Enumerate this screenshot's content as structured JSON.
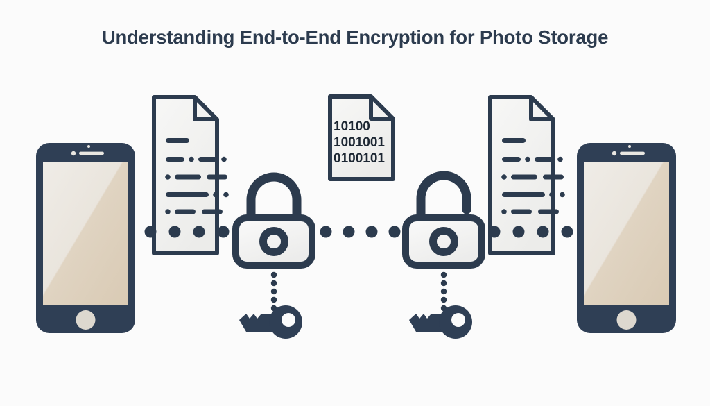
{
  "page": {
    "background_color": "#fbfbfb",
    "title": "Understanding End-to-End Encryption for Photo Storage",
    "title_color": "#2c3b4e"
  },
  "palette": {
    "stroke_dark": "#2c3b4e",
    "document_fill": "#f2f2f0",
    "lock_body_fill": "#f4f4f2",
    "phone_body": "#2f3f55",
    "phone_screen_light": "#ece8e2",
    "phone_screen_dark": "#ddd0bd",
    "home_button": "#ddd8cf",
    "dot_color": "#2c3b4e",
    "key_fill": "#2f3f55"
  },
  "diagram": {
    "type": "flow",
    "description": "End-to-end encryption flow from sender phone through encryption lock, encrypted binary payload, decryption lock, to receiver phone",
    "nodes": [
      {
        "id": "sender-phone",
        "label": "Sender Phone",
        "icon": "smartphone-icon"
      },
      {
        "id": "plaintext-document-left",
        "label": "Plaintext Document",
        "icon": "document-icon"
      },
      {
        "id": "encryption-lock",
        "label": "Encryption Lock",
        "icon": "padlock-closed-icon",
        "state": "locked"
      },
      {
        "id": "encryption-key",
        "label": "Encryption Key",
        "icon": "key-icon"
      },
      {
        "id": "encrypted-document",
        "label": "Encrypted Document",
        "icon": "binary-document-icon"
      },
      {
        "id": "decryption-lock",
        "label": "Decryption Lock",
        "icon": "padlock-open-icon",
        "state": "unlocked"
      },
      {
        "id": "decryption-key",
        "label": "Decryption Key",
        "icon": "key-icon"
      },
      {
        "id": "plaintext-document-right",
        "label": "Plaintext Document",
        "icon": "document-icon"
      },
      {
        "id": "receiver-phone",
        "label": "Receiver Phone",
        "icon": "smartphone-icon"
      }
    ],
    "encrypted_document": {
      "lines": [
        "10100",
        "1001001",
        "0100101"
      ],
      "font_size": 19,
      "font_weight": "bold",
      "text_color": "#1d2733"
    },
    "connectors": [
      {
        "id": "connector-phone-to-lock",
        "orientation": "horizontal",
        "dots": 5
      },
      {
        "id": "connector-lock-to-unlock",
        "orientation": "horizontal",
        "dots": 5
      },
      {
        "id": "connector-unlock-to-phone",
        "orientation": "horizontal",
        "dots": 5
      },
      {
        "id": "connector-lock-to-key",
        "orientation": "vertical",
        "dots": 5
      },
      {
        "id": "connector-unlock-to-key",
        "orientation": "vertical",
        "dots": 5
      }
    ],
    "document_lines": {
      "left_document_rows": 5,
      "right_document_rows": 5
    }
  }
}
